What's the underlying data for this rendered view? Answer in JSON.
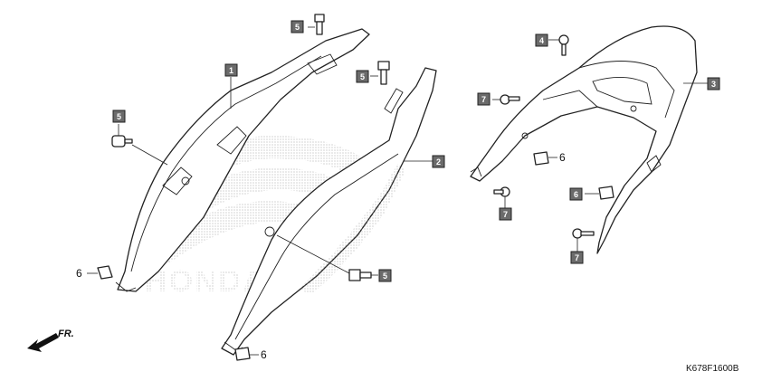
{
  "diagram_code": "K678F1600B",
  "direction_label": "FR.",
  "logo_text": "HONDA",
  "callouts": {
    "c1": "1",
    "c2": "2",
    "c3": "3",
    "c4": "4",
    "c5a": "5",
    "c5b": "5",
    "c5c": "5",
    "c5d": "5",
    "c6a": "6",
    "c6b": "6",
    "c6c": "6",
    "c6d": "6",
    "c7a": "7",
    "c7b": "7",
    "c7c": "7"
  }
}
